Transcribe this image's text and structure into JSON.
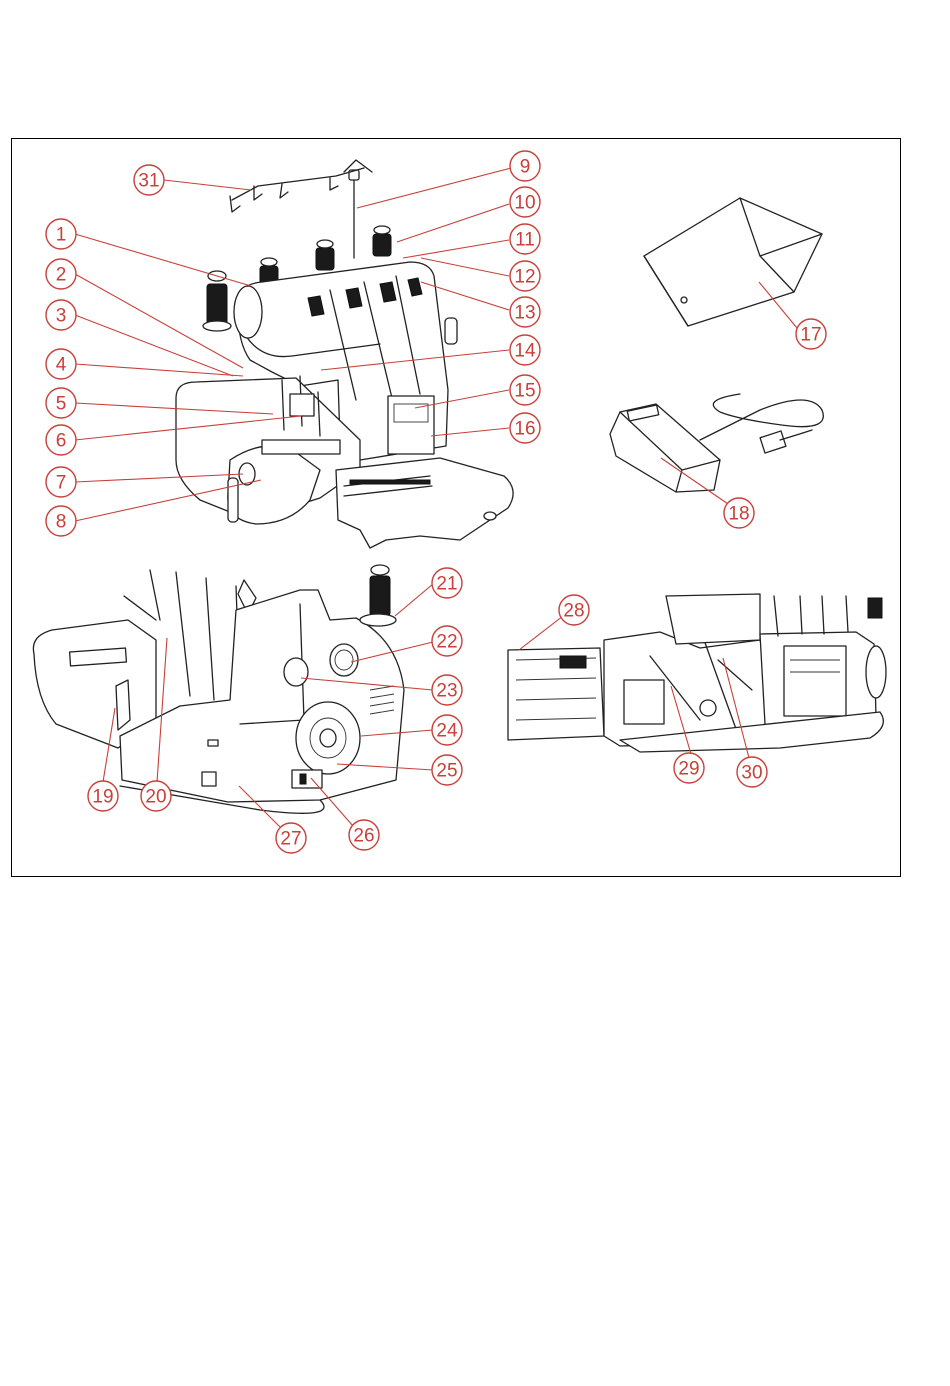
{
  "callouts": [
    {
      "id": "c1",
      "label": "1"
    },
    {
      "id": "c2",
      "label": "2"
    },
    {
      "id": "c3",
      "label": "3"
    },
    {
      "id": "c4",
      "label": "4"
    },
    {
      "id": "c5",
      "label": "5"
    },
    {
      "id": "c6",
      "label": "6"
    },
    {
      "id": "c7",
      "label": "7"
    },
    {
      "id": "c8",
      "label": "8"
    },
    {
      "id": "c9",
      "label": "9"
    },
    {
      "id": "c10",
      "label": "10"
    },
    {
      "id": "c11",
      "label": "11"
    },
    {
      "id": "c12",
      "label": "12"
    },
    {
      "id": "c13",
      "label": "13"
    },
    {
      "id": "c14",
      "label": "14"
    },
    {
      "id": "c15",
      "label": "15"
    },
    {
      "id": "c16",
      "label": "16"
    },
    {
      "id": "c17",
      "label": "17"
    },
    {
      "id": "c18",
      "label": "18"
    },
    {
      "id": "c19",
      "label": "19"
    },
    {
      "id": "c20",
      "label": "20"
    },
    {
      "id": "c21",
      "label": "21"
    },
    {
      "id": "c22",
      "label": "22"
    },
    {
      "id": "c23",
      "label": "23"
    },
    {
      "id": "c24",
      "label": "24"
    },
    {
      "id": "c25",
      "label": "25"
    },
    {
      "id": "c26",
      "label": "26"
    },
    {
      "id": "c27",
      "label": "27"
    },
    {
      "id": "c28",
      "label": "28"
    },
    {
      "id": "c29",
      "label": "29"
    },
    {
      "id": "c30",
      "label": "30"
    },
    {
      "id": "c31",
      "label": "31"
    }
  ],
  "colors": {
    "callout": "#c7403a",
    "linework": "#222222",
    "background": "#ffffff"
  }
}
